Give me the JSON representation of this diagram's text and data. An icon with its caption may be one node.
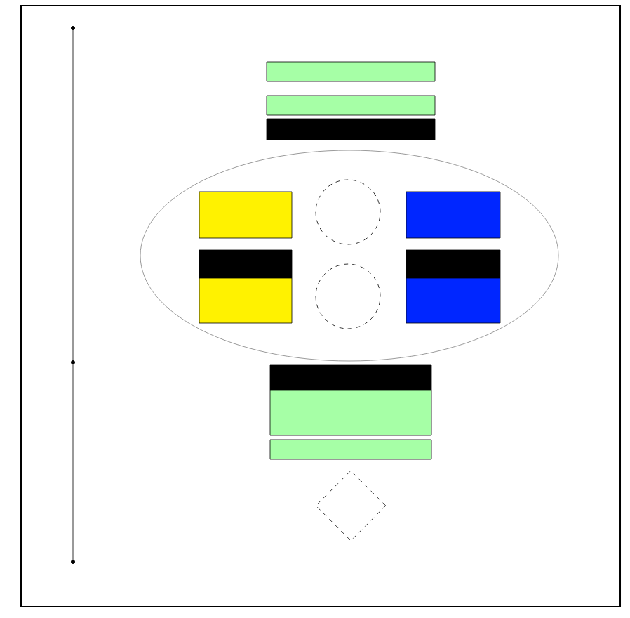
{
  "diagram": {
    "nodes": [
      {
        "text": [],
        "shape": "box"
      },
      {
        "text": [],
        "shape": "box"
      },
      {
        "text": [],
        "shape": "box"
      },
      {
        "text": [],
        "shape": "ellipse"
      },
      {
        "text": [],
        "shape": "box",
        "in": 3
      },
      {
        "text": [],
        "shape": "box",
        "in": 3
      },
      {
        "text": [],
        "shape": "box",
        "in": 3
      },
      {
        "text": [],
        "shape": "circle",
        "in": 3
      },
      {
        "text": [],
        "shape": "circle",
        "in": 3
      },
      {
        "text": [],
        "shape": "box",
        "in": 3
      },
      {
        "text": [],
        "shape": "box",
        "in": 3
      },
      {
        "text": [],
        "shape": "box",
        "in": 3
      },
      {
        "text": [],
        "shape": "box"
      },
      {
        "text": [],
        "shape": "box"
      },
      {
        "text": [],
        "shape": "box"
      },
      {
        "text": [],
        "shape": "diamond"
      }
    ]
  }
}
